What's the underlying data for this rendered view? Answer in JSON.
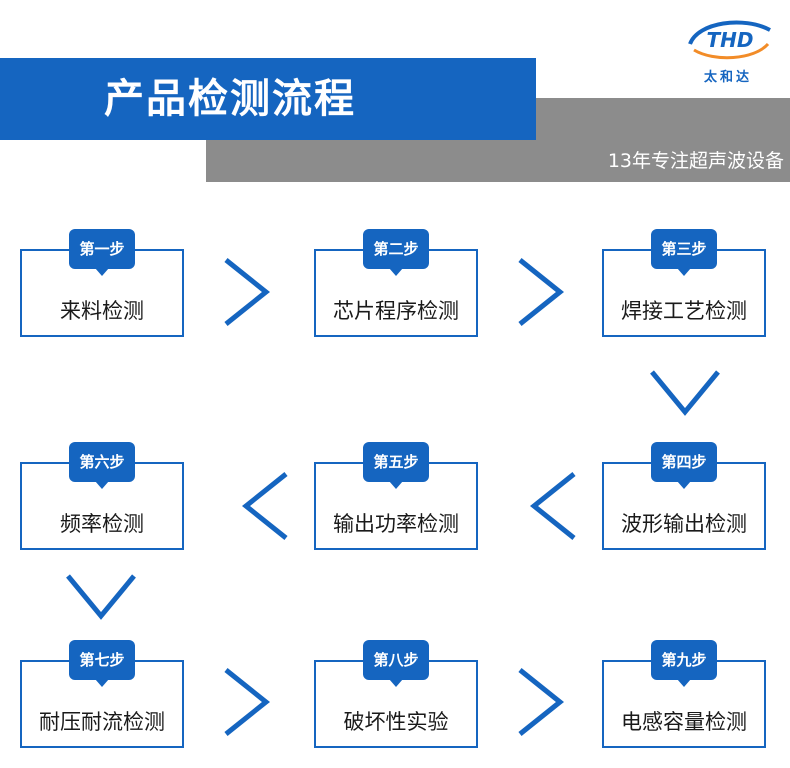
{
  "header": {
    "title": "产品检测流程",
    "slogan": "13年专注超声波设备"
  },
  "logo": {
    "mark_text": "THD",
    "name": "太和达"
  },
  "colors": {
    "brand_blue": "#1565c0",
    "gray": "#8c8c8c",
    "logo_orange": "#f28c28"
  },
  "icons": {
    "arrow_right": "chevron-right-icon",
    "arrow_left": "chevron-left-icon",
    "arrow_down": "chevron-down-icon"
  },
  "steps": [
    {
      "badge": "第一步",
      "label": "来料检测"
    },
    {
      "badge": "第二步",
      "label": "芯片程序检测"
    },
    {
      "badge": "第三步",
      "label": "焊接工艺检测"
    },
    {
      "badge": "第四步",
      "label": "波形输出检测"
    },
    {
      "badge": "第五步",
      "label": "输出功率检测"
    },
    {
      "badge": "第六步",
      "label": "频率检测"
    },
    {
      "badge": "第七步",
      "label": "耐压耐流检测"
    },
    {
      "badge": "第八步",
      "label": "破坏性实验"
    },
    {
      "badge": "第九步",
      "label": "电感容量检测"
    }
  ]
}
